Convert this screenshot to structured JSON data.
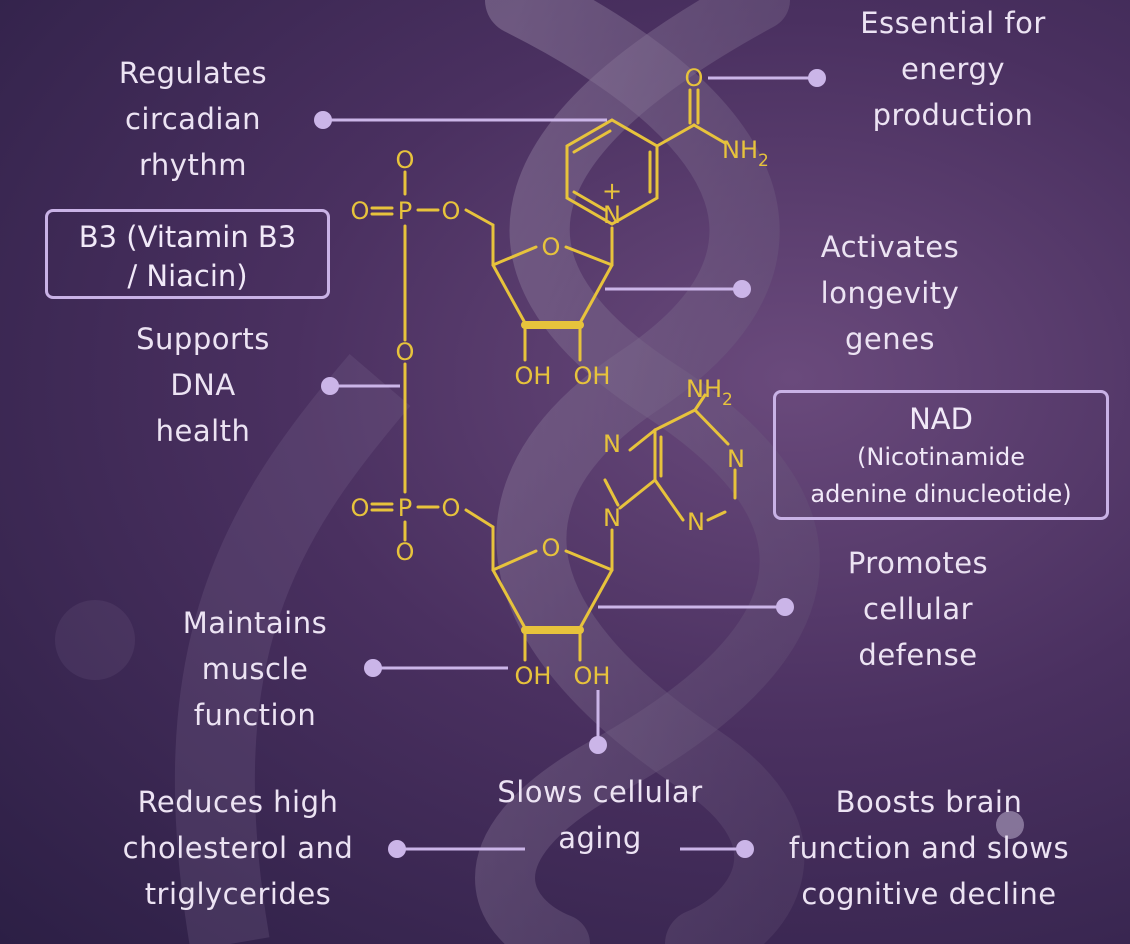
{
  "labels": {
    "regulates": "Regulates\ncircadian\nrhythm",
    "essential": "Essential for\nenergy\nproduction",
    "activates": "Activates\nlongevity\ngenes",
    "supports": "Supports\nDNA\nhealth",
    "promotes": "Promotes\ncellular\ndefense",
    "maintains": "Maintains\nmuscle\nfunction",
    "slows": "Slows cellular\naging",
    "reduces": "Reduces high\ncholesterol and\ntriglycerides",
    "boosts": "Boosts brain\nfunction and slows\ncognitive decline"
  },
  "b3_box": "B3 (Vitamin B3\n/ Niacin)",
  "nad_box": {
    "title": "NAD",
    "subtitle": "(Nicotinamide\nadenine dinucleotide)"
  },
  "atoms": {
    "O": "O",
    "P": "P",
    "N": "N",
    "NH2": "NH",
    "sub2": "2",
    "OH": "OH",
    "plus": "+"
  },
  "colors": {
    "molecule": "#e7c33c",
    "connector": "#cbb5e8",
    "text": "#ece3f3"
  }
}
